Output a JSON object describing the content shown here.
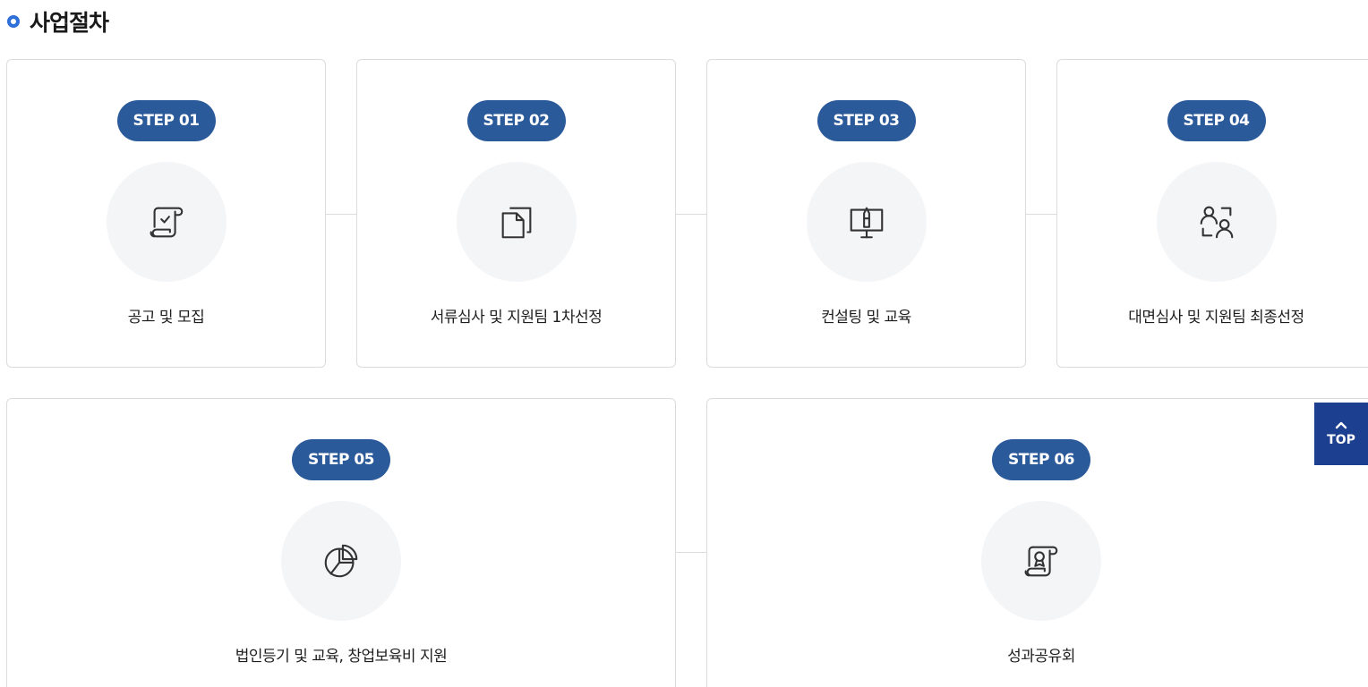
{
  "section": {
    "title": "사업절차"
  },
  "steps": [
    {
      "badge": "STEP 01",
      "label": "공고 및 모집",
      "icon": "document-check-icon"
    },
    {
      "badge": "STEP 02",
      "label": "서류심사 및 지원팀 1차선정",
      "icon": "documents-icon"
    },
    {
      "badge": "STEP 03",
      "label": "컨설팅 및 교육",
      "icon": "presentation-board-icon"
    },
    {
      "badge": "STEP 04",
      "label": "대면심사 및 지원팀 최종선정",
      "icon": "people-interview-icon"
    },
    {
      "badge": "STEP 05",
      "label": "법인등기 및 교육, 창업보육비 지원",
      "icon": "pie-chart-icon"
    },
    {
      "badge": "STEP 06",
      "label": "성과공유회",
      "icon": "certificate-award-icon"
    }
  ],
  "top_button": {
    "label": "TOP",
    "icon": "chevron-up-icon"
  },
  "colors": {
    "accent": "#2b5a9b",
    "title_dot": "#2f6fd8",
    "top_button_bg": "#1d3f8f",
    "icon_circle_bg": "#f4f5f7",
    "border": "#dcdcdc"
  }
}
